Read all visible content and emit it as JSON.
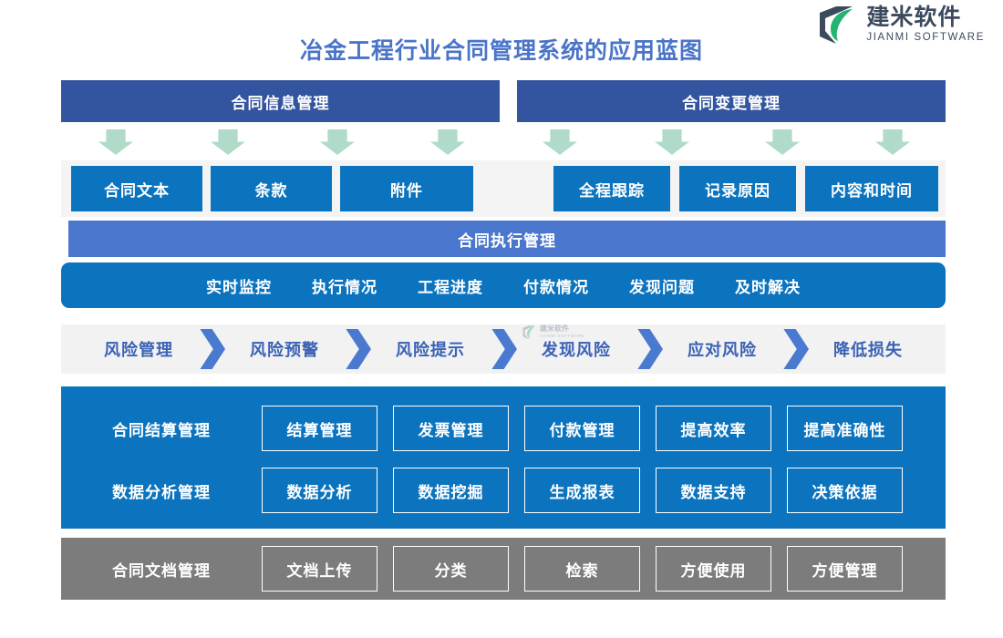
{
  "brand": {
    "name_cn": "建米软件",
    "name_en": "JIANMI SOFTWARE",
    "logo_icon": "jianmi-leaf-logo",
    "colors": {
      "dark": "#3c4a5e",
      "green": "#25b373"
    }
  },
  "page": {
    "title": "冶金工程行业合同管理系统的应用蓝图",
    "title_color": "#4a74c8"
  },
  "colors": {
    "header_blue": "#33549e",
    "bright_blue": "#0c74be",
    "mid_blue": "#4a76ce",
    "chevron_blue": "#4a79d0",
    "arrow_green": "#b0dbc9",
    "gray_strip": "#f2f2f2",
    "doc_gray": "#7c7c7c"
  },
  "headers": [
    {
      "label": "合同信息管理"
    },
    {
      "label": "合同变更管理"
    }
  ],
  "arrows": {
    "icon": "arrow-down-icon",
    "count": 8
  },
  "feature_boxes": [
    {
      "label": "合同文本"
    },
    {
      "label": "条款"
    },
    {
      "label": "附件"
    },
    {
      "label": "全程跟踪"
    },
    {
      "label": "记录原因"
    },
    {
      "label": "内容和时间"
    }
  ],
  "exec_bar": {
    "label": "合同执行管理"
  },
  "monitor_bar": {
    "items": [
      {
        "label": "实时监控"
      },
      {
        "label": "执行情况"
      },
      {
        "label": "工程进度"
      },
      {
        "label": "付款情况"
      },
      {
        "label": "发现问题"
      },
      {
        "label": "及时解决"
      }
    ]
  },
  "risk_flow": {
    "chevron_icon": "chevron-right-icon",
    "items": [
      {
        "label": "风险管理"
      },
      {
        "label": "风险预警"
      },
      {
        "label": "风险提示"
      },
      {
        "label": "发现风险"
      },
      {
        "label": "应对风险"
      },
      {
        "label": "降低损失"
      }
    ]
  },
  "settlement_rows": [
    {
      "label": "合同结算管理",
      "boxes": [
        {
          "label": "结算管理"
        },
        {
          "label": "发票管理"
        },
        {
          "label": "付款管理"
        },
        {
          "label": "提高效率"
        },
        {
          "label": "提高准确性"
        }
      ]
    },
    {
      "label": "数据分析管理",
      "boxes": [
        {
          "label": "数据分析"
        },
        {
          "label": "数据挖掘"
        },
        {
          "label": "生成报表"
        },
        {
          "label": "数据支持"
        },
        {
          "label": "决策依据"
        }
      ]
    }
  ],
  "document_row": {
    "label": "合同文档管理",
    "boxes": [
      {
        "label": "文档上传"
      },
      {
        "label": "分类"
      },
      {
        "label": "检索"
      },
      {
        "label": "方便使用"
      },
      {
        "label": "方便管理"
      }
    ]
  },
  "watermark": {
    "name_cn": "建米软件",
    "name_en": "JIANMI SOFTWARE"
  }
}
